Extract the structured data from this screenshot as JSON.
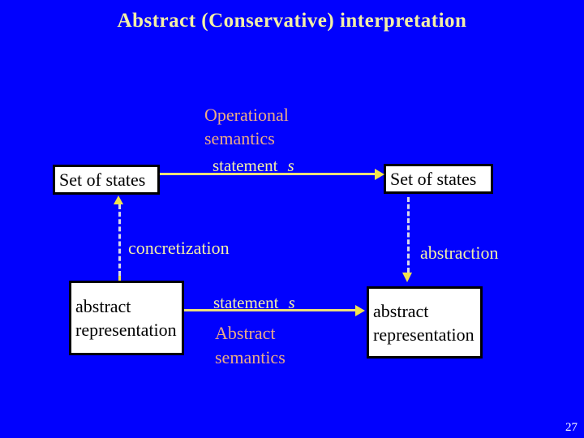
{
  "slide": {
    "title": "Abstract (Conservative) interpretation",
    "page_number": "27"
  },
  "diagram": {
    "operational_semantics": {
      "line1": "Operational",
      "line2": "semantics"
    },
    "abstract_semantics": {
      "line1": "Abstract",
      "line2": "semantics"
    },
    "top_left_box": "Set of states",
    "top_right_box": "Set of states",
    "bottom_left_box": {
      "line1": "abstract",
      "line2": "representation"
    },
    "bottom_right_box": {
      "line1": "abstract",
      "line2": "representation"
    },
    "top_arrow_label": {
      "word": "statement",
      "var": "s"
    },
    "bottom_arrow_label": {
      "word": "statement",
      "var": "s"
    },
    "left_dashed_label": "concretization",
    "right_dashed_label": "abstraction"
  },
  "colors": {
    "background": "#0101FE",
    "title_text": "#F3EFA7",
    "peach_text": "#EAAB86",
    "arrow": "#EDE07A",
    "arrow_head": "#F2E44C",
    "dashed_line": "#D9D9E8",
    "box_fill": "#FFFFFF",
    "box_border": "#000000",
    "page_number": "#FFFFFF"
  }
}
